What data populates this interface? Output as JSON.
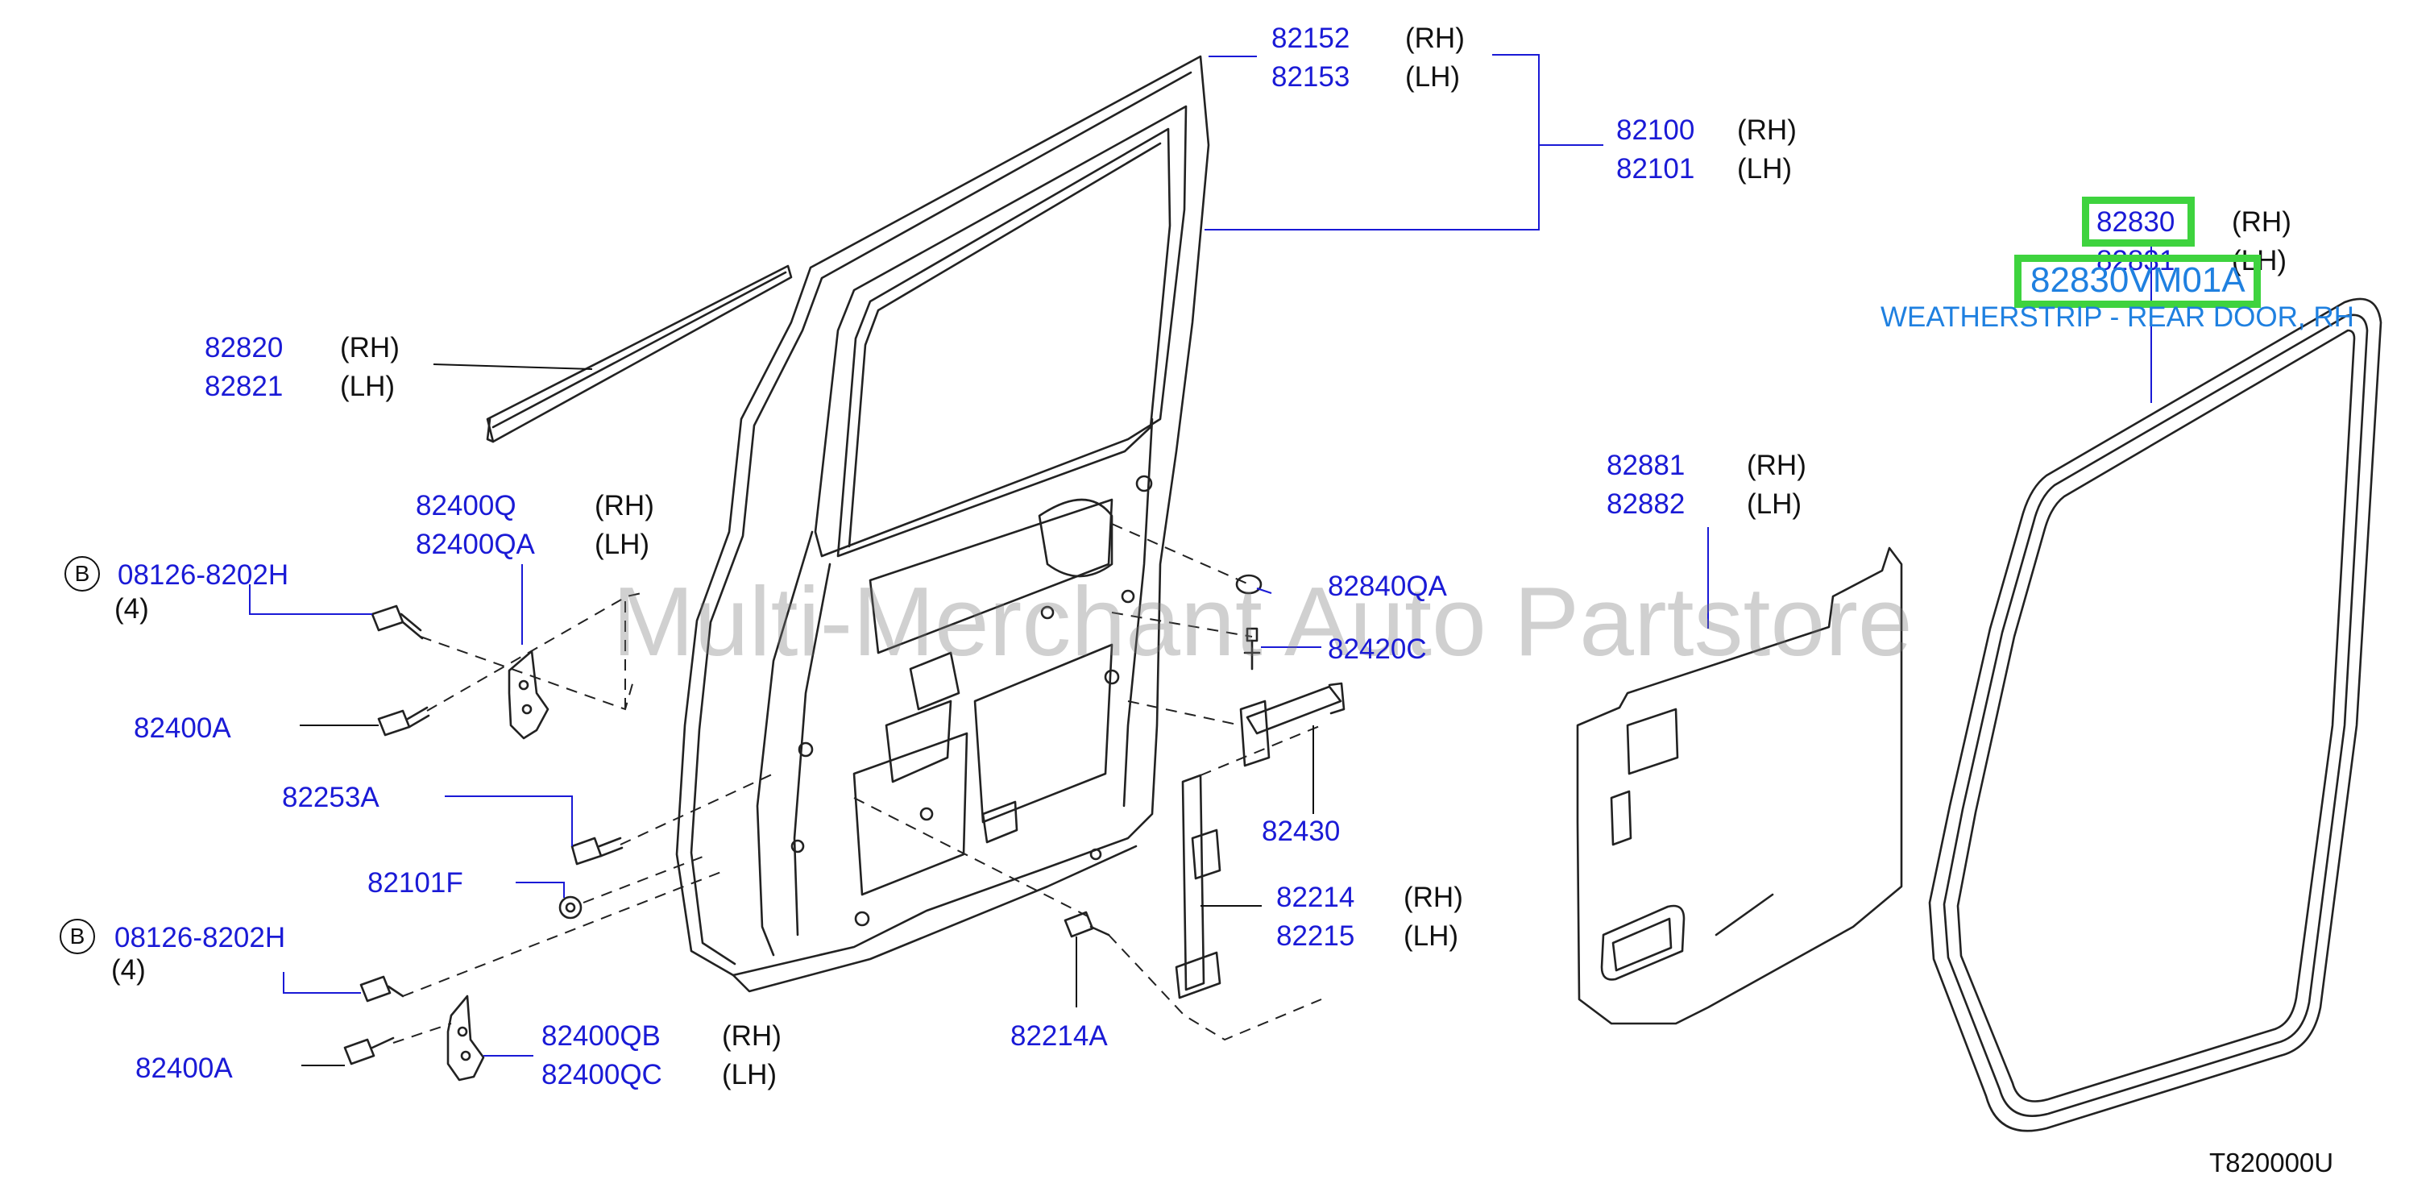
{
  "watermark": "Multi-Merchant Auto Partstore",
  "diagram_code": "T820000U",
  "highlight": {
    "part_number": "82830VM01A",
    "description": "WEATHERSTRIP - REAR DOOR, RH"
  },
  "callout_letter": "B",
  "parts": {
    "p82152": {
      "num": "82152",
      "side": "(RH)"
    },
    "p82153": {
      "num": "82153",
      "side": "(LH)"
    },
    "p82100": {
      "num": "82100",
      "side": "(RH)"
    },
    "p82101": {
      "num": "82101",
      "side": "(LH)"
    },
    "p82830": {
      "num": "82830",
      "side": "(RH)"
    },
    "p82831": {
      "num": "82831",
      "side": "(LH)"
    },
    "p82820": {
      "num": "82820",
      "side": "(RH)"
    },
    "p82821": {
      "num": "82821",
      "side": "(LH)"
    },
    "p82400Q": {
      "num": "82400Q",
      "side": "(RH)"
    },
    "p82400QA": {
      "num": "82400QA",
      "side": "(LH)"
    },
    "p08126a": {
      "num": "08126-8202H",
      "qty": "(4)"
    },
    "p82400A_1": {
      "num": "82400A"
    },
    "p82840QA": {
      "num": "82840QA"
    },
    "p82420C": {
      "num": "82420C"
    },
    "p82881": {
      "num": "82881",
      "side": "(RH)"
    },
    "p82882": {
      "num": "82882",
      "side": "(LH)"
    },
    "p82253A": {
      "num": "82253A"
    },
    "p82430": {
      "num": "82430"
    },
    "p82101F": {
      "num": "82101F"
    },
    "p82214": {
      "num": "82214",
      "side": "(RH)"
    },
    "p82215": {
      "num": "82215",
      "side": "(LH)"
    },
    "p08126b": {
      "num": "08126-8202H",
      "qty": "(4)"
    },
    "p82400QB": {
      "num": "82400QB",
      "side": "(RH)"
    },
    "p82400QC": {
      "num": "82400QC",
      "side": "(LH)"
    },
    "p82214A": {
      "num": "82214A"
    },
    "p82400A_2": {
      "num": "82400A"
    }
  }
}
